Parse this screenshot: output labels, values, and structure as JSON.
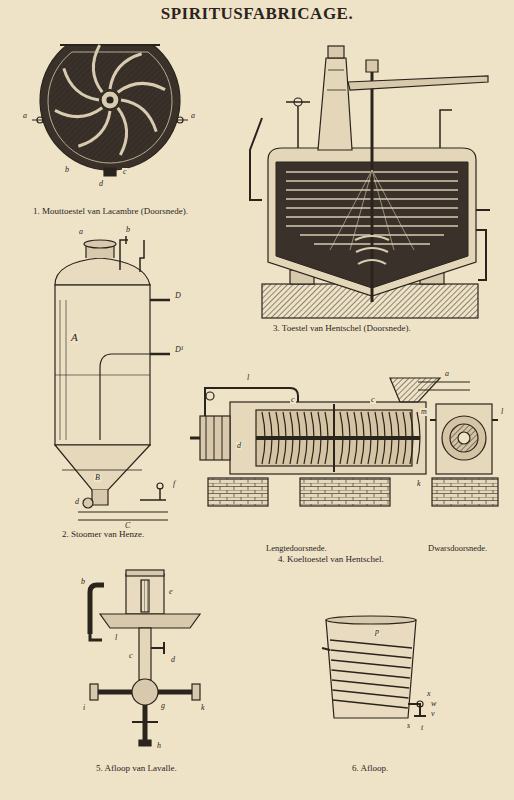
{
  "diagram": {
    "title": "SPIRITUSFABRICAGE.",
    "labels": [
      "1. Mouttoestel van Lacambre (Doorsnede).",
      "2. Stoomer van Henze.",
      "3. Toestel van Hentschel (Doorsnede).",
      "Lengtedoorsnede.",
      "Dwarsdoorsnede.",
      "4. Koeltoestel van Hentschel.",
      "5. Afloop van Lavalle.",
      "6. Afloop.",
      "a",
      "a",
      "b",
      "c",
      "d",
      "a",
      "b",
      "A",
      "D",
      "D¹",
      "B",
      "C",
      "d",
      "f",
      "l",
      "a",
      "c",
      "c",
      "d",
      "k",
      "m",
      "l",
      "b",
      "e",
      "l",
      "c",
      "d",
      "g",
      "i",
      "k",
      "h",
      "p",
      "x",
      "w",
      "v",
      "s",
      "t"
    ]
  }
}
